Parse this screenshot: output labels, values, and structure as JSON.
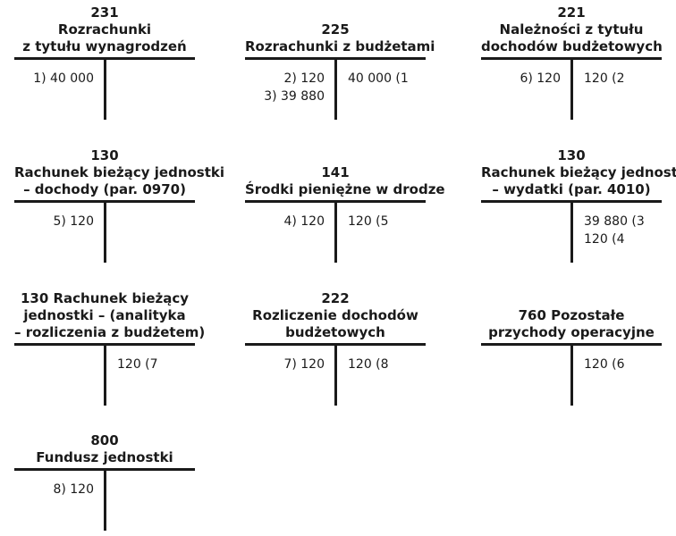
{
  "accounts": [
    {
      "id": "231",
      "number": "231",
      "title_lines": [
        "Rozrachunki",
        "z tytułu wynagrodzeń"
      ],
      "debit": [
        "1) 40 000"
      ],
      "credit": []
    },
    {
      "id": "225",
      "number": "225",
      "title_lines": [
        "Rozrachunki z budżetami"
      ],
      "debit": [
        "2) 120",
        "3) 39 880"
      ],
      "credit": [
        "40 000 (1"
      ]
    },
    {
      "id": "221",
      "number": "221",
      "title_lines": [
        "Należności z tytułu",
        "dochodów budżetowych"
      ],
      "debit": [
        "6) 120"
      ],
      "credit": [
        "120 (2"
      ]
    },
    {
      "id": "130-dochody",
      "number": "130",
      "title_lines": [
        "Rachunek bieżący jednostki",
        "– dochody (par. 0970)"
      ],
      "debit": [
        "5) 120"
      ],
      "credit": []
    },
    {
      "id": "141",
      "number": "141",
      "title_lines": [
        "Środki pieniężne w drodze"
      ],
      "debit": [
        "4) 120"
      ],
      "credit": [
        "120 (5"
      ]
    },
    {
      "id": "130-wydatki",
      "number": "130",
      "title_lines": [
        "Rachunek bieżący jednostki",
        "– wydatki (par. 4010)"
      ],
      "debit": [],
      "credit": [
        "39 880 (3",
        "120 (4"
      ]
    },
    {
      "id": "130-analityka",
      "number": "",
      "title_lines": [
        "130 Rachunek bieżący",
        "jednostki – (analityka",
        "– rozliczenia z budżetem)"
      ],
      "debit": [],
      "credit": [
        "120 (7"
      ]
    },
    {
      "id": "222",
      "number": "222",
      "title_lines": [
        "Rozliczenie dochodów",
        "budżetowych"
      ],
      "debit": [
        "7) 120"
      ],
      "credit": [
        "120 (8"
      ]
    },
    {
      "id": "760",
      "number": "",
      "title_lines": [
        "760 Pozostałe",
        "przychody operacyjne"
      ],
      "debit": [],
      "credit": [
        "120 (6"
      ]
    },
    {
      "id": "800",
      "number": "800",
      "title_lines": [
        "Fundusz jednostki"
      ],
      "debit": [
        "8) 120"
      ],
      "credit": []
    }
  ]
}
